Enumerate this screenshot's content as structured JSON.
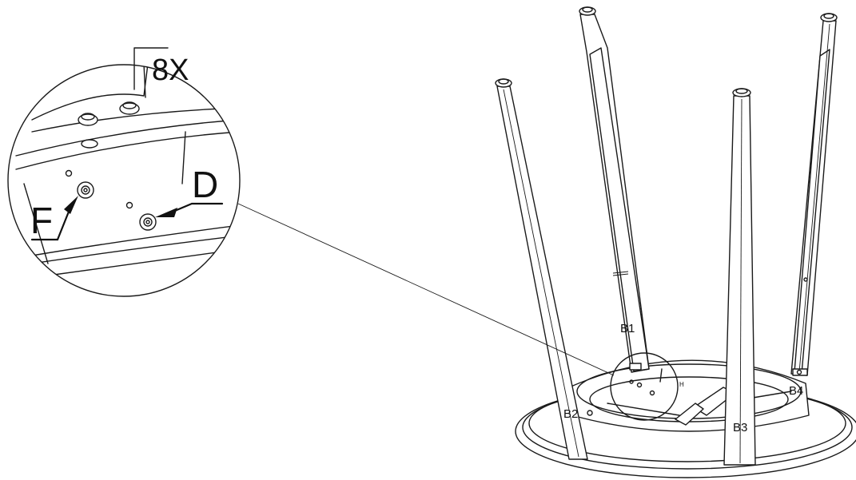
{
  "detail": {
    "quantity": "8X",
    "callout_f": "F",
    "callout_d": "D"
  },
  "parts": {
    "leg_1": "B1",
    "leg_2": "B2",
    "leg_3": "B3",
    "leg_4": "B4",
    "small_mark": "H"
  }
}
